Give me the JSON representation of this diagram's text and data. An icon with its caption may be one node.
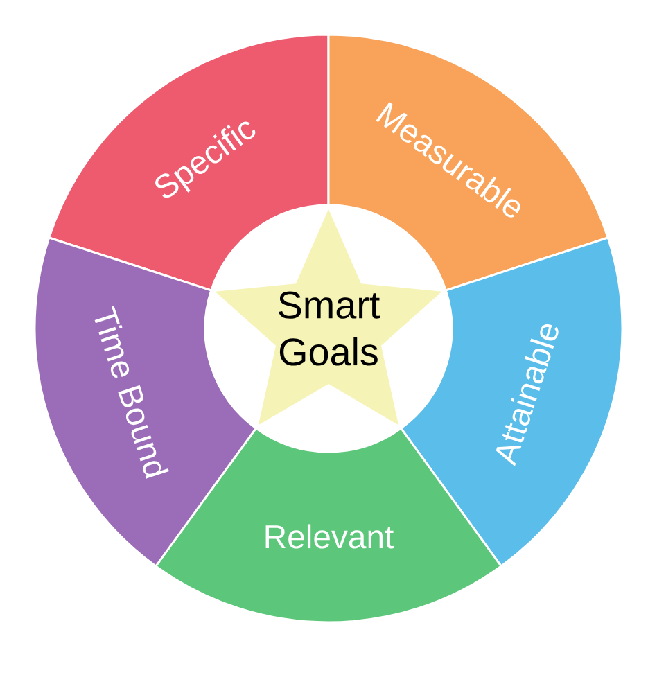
{
  "diagram": {
    "nodes": [
      {
        "text": [
          "Specific"
        ]
      },
      {
        "text": [
          "Measurable"
        ]
      },
      {
        "text": [
          "Attainable"
        ]
      },
      {
        "text": [
          "Relevant"
        ]
      },
      {
        "text": [
          "Time Bound"
        ]
      },
      {
        "text": [
          "Smart Goals"
        ]
      }
    ]
  }
}
